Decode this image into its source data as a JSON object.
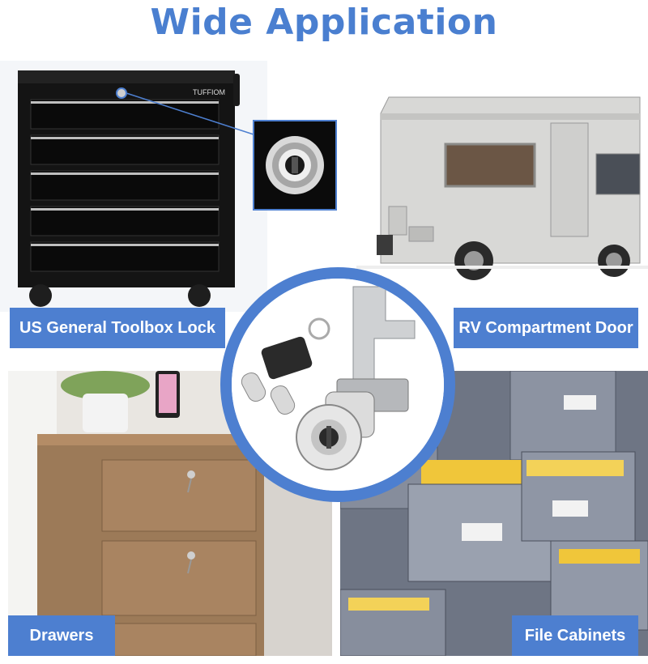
{
  "title": "Wide Application",
  "labels": {
    "toolbox": "US General Toolbox Lock",
    "rv": "RV Compartment Door",
    "drawers": "Drawers",
    "file_cabinets": "File Cabinets"
  },
  "toolbox_brand": "TUFFIOM",
  "colors": {
    "accent": "#4d7fd0",
    "title": "#4a7fd0"
  }
}
